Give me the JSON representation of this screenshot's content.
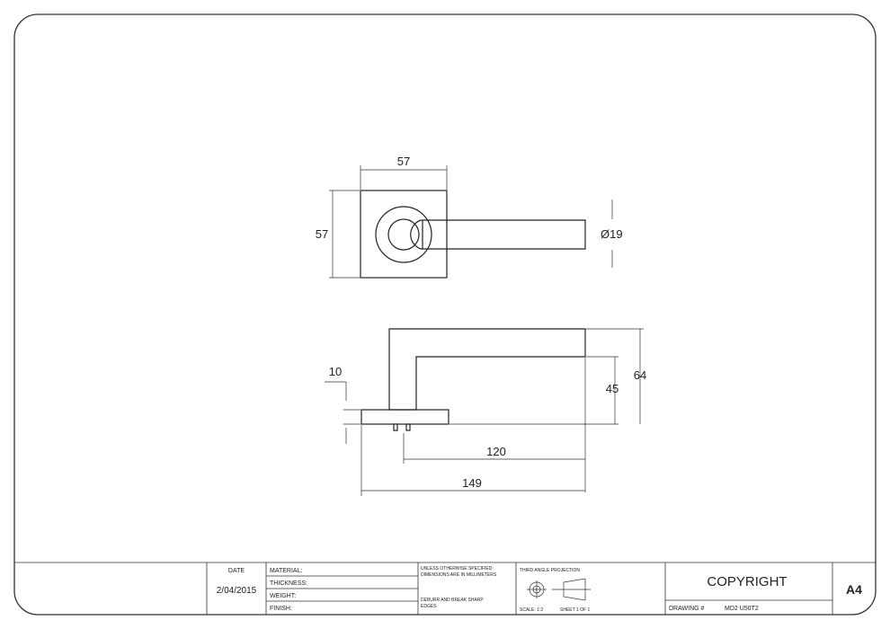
{
  "drawing": {
    "top_view": {
      "width_label": "57",
      "height_label": "57",
      "diameter_label": "Ø19"
    },
    "side_view": {
      "rose_thickness_label": "10",
      "lever_height_label": "45",
      "overall_height_label": "64",
      "projection_label": "120",
      "overall_length_label": "149"
    }
  },
  "title_block": {
    "date_header": "DATE",
    "date_value": "2/04/2015",
    "material_label": "MATERIAL:",
    "thickness_label": "THICKNESS:",
    "weight_label": "WEIGHT:",
    "finish_label": "FINISH:",
    "notes_line1": "UNLESS OTHERWISE SPECIFIED:",
    "notes_line2": "DIMENSIONS ARE IN MILLIMETERS",
    "notes_line3": "DEBURR AND BREAK SHARP",
    "notes_line4": "EDGES",
    "projection_label": "THIRD ANGLE PROJECTION",
    "scale_label": "SCALE: 1:2",
    "sheet_label": "SHEET 1 OF 1",
    "copyright": "COPYRIGHT",
    "drawing_no_label": "DRAWING #",
    "drawing_no_value": "MD2 U50T2",
    "sheet_size": "A4"
  }
}
